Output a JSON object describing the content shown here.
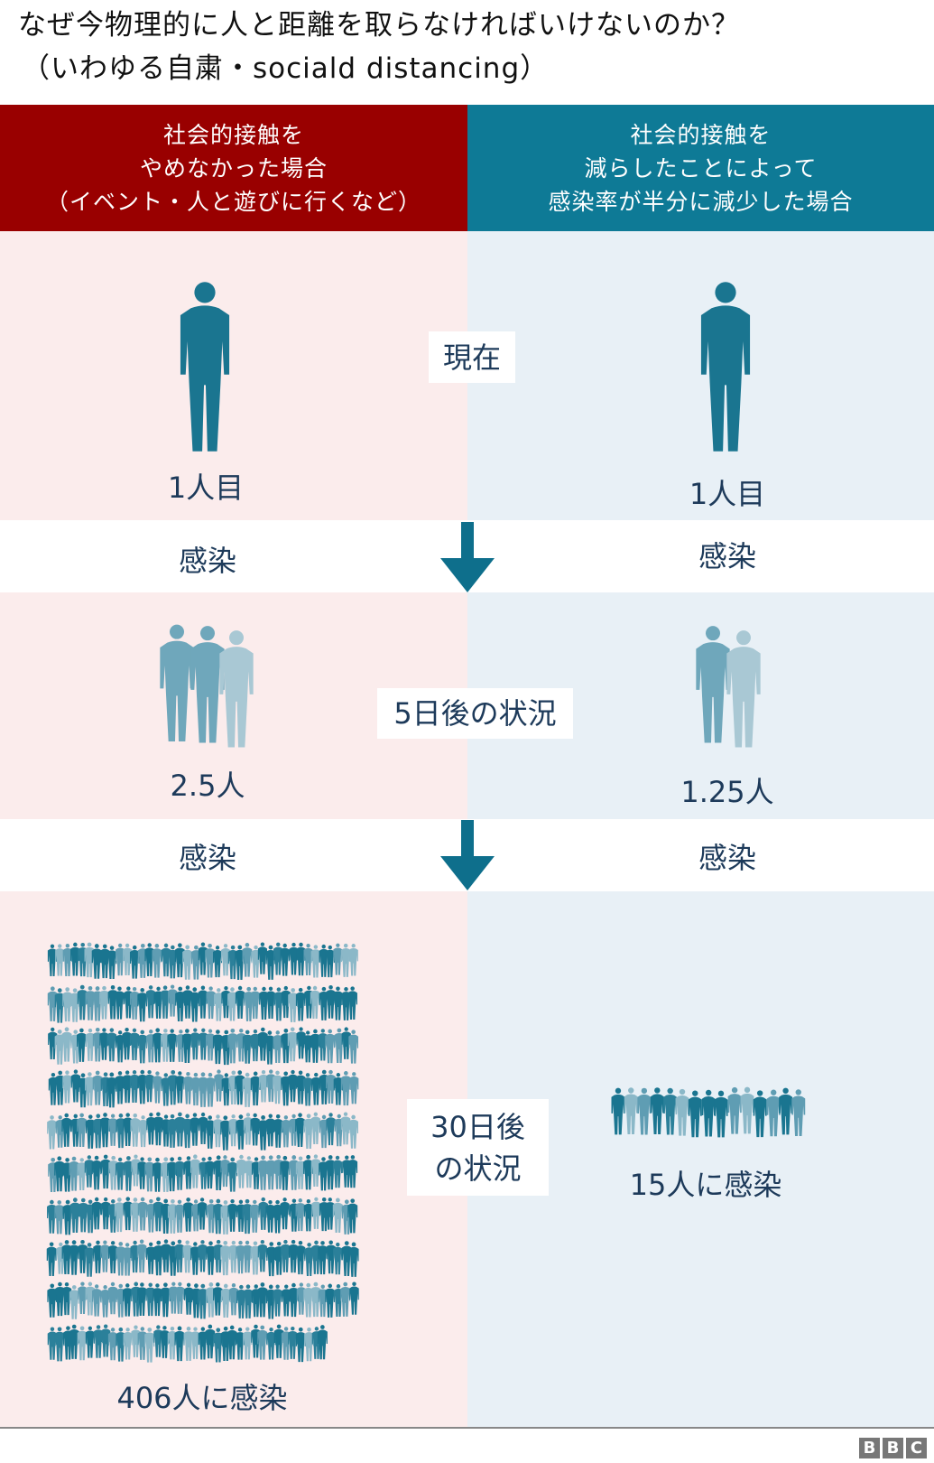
{
  "title": {
    "line1": "なぜ今物理的に人と距離を取らなければいけないのか？",
    "line2": "（いわゆる自粛・sociald distancing）"
  },
  "columns": {
    "left_header": "社会的接触を\nやめなかった場合\n（イベント・人と遊びに行くなど）",
    "right_header": "社会的接触を\n減らしたことによって\n感染率が半分に減少した場合"
  },
  "stages": {
    "now": "現在",
    "day5": "5日後の状況",
    "day30": "30日後\nの状況"
  },
  "left": {
    "count_now": "1人目",
    "infect1": "感染",
    "count_5": "2.5人",
    "infect2": "感染",
    "count_30": "406人に感染",
    "people_30": 406
  },
  "right": {
    "count_now": "1人目",
    "infect1": "感染",
    "count_5": "1.25人",
    "infect2": "感染",
    "count_30": "15人に感染",
    "people_30": 15
  },
  "logo": "BBC",
  "colors": {
    "red": "#990000",
    "teal": "#0e7a96",
    "figure": "#1a7590",
    "figure_light": "#7fb0c2",
    "pink_bg": "#fbecec",
    "blue_bg": "#e8f0f6"
  }
}
